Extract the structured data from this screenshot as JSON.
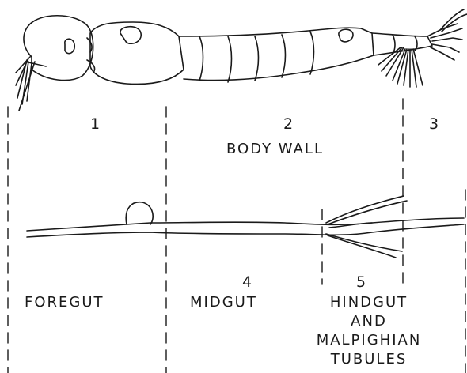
{
  "section_numbers": [
    "1",
    "2",
    "3",
    "4",
    "5"
  ],
  "labels": {
    "body_wall": "BODY WALL",
    "foregut": "FOREGUT",
    "midgut": "MIDGUT",
    "hindgut_line1": "HINDGUT",
    "hindgut_line2": "AND",
    "hindgut_line3": "MALPIGHIAN",
    "hindgut_line4": "TUBULES"
  },
  "colors": {
    "ink": "#1a1a1a",
    "background": "#ffffff"
  }
}
